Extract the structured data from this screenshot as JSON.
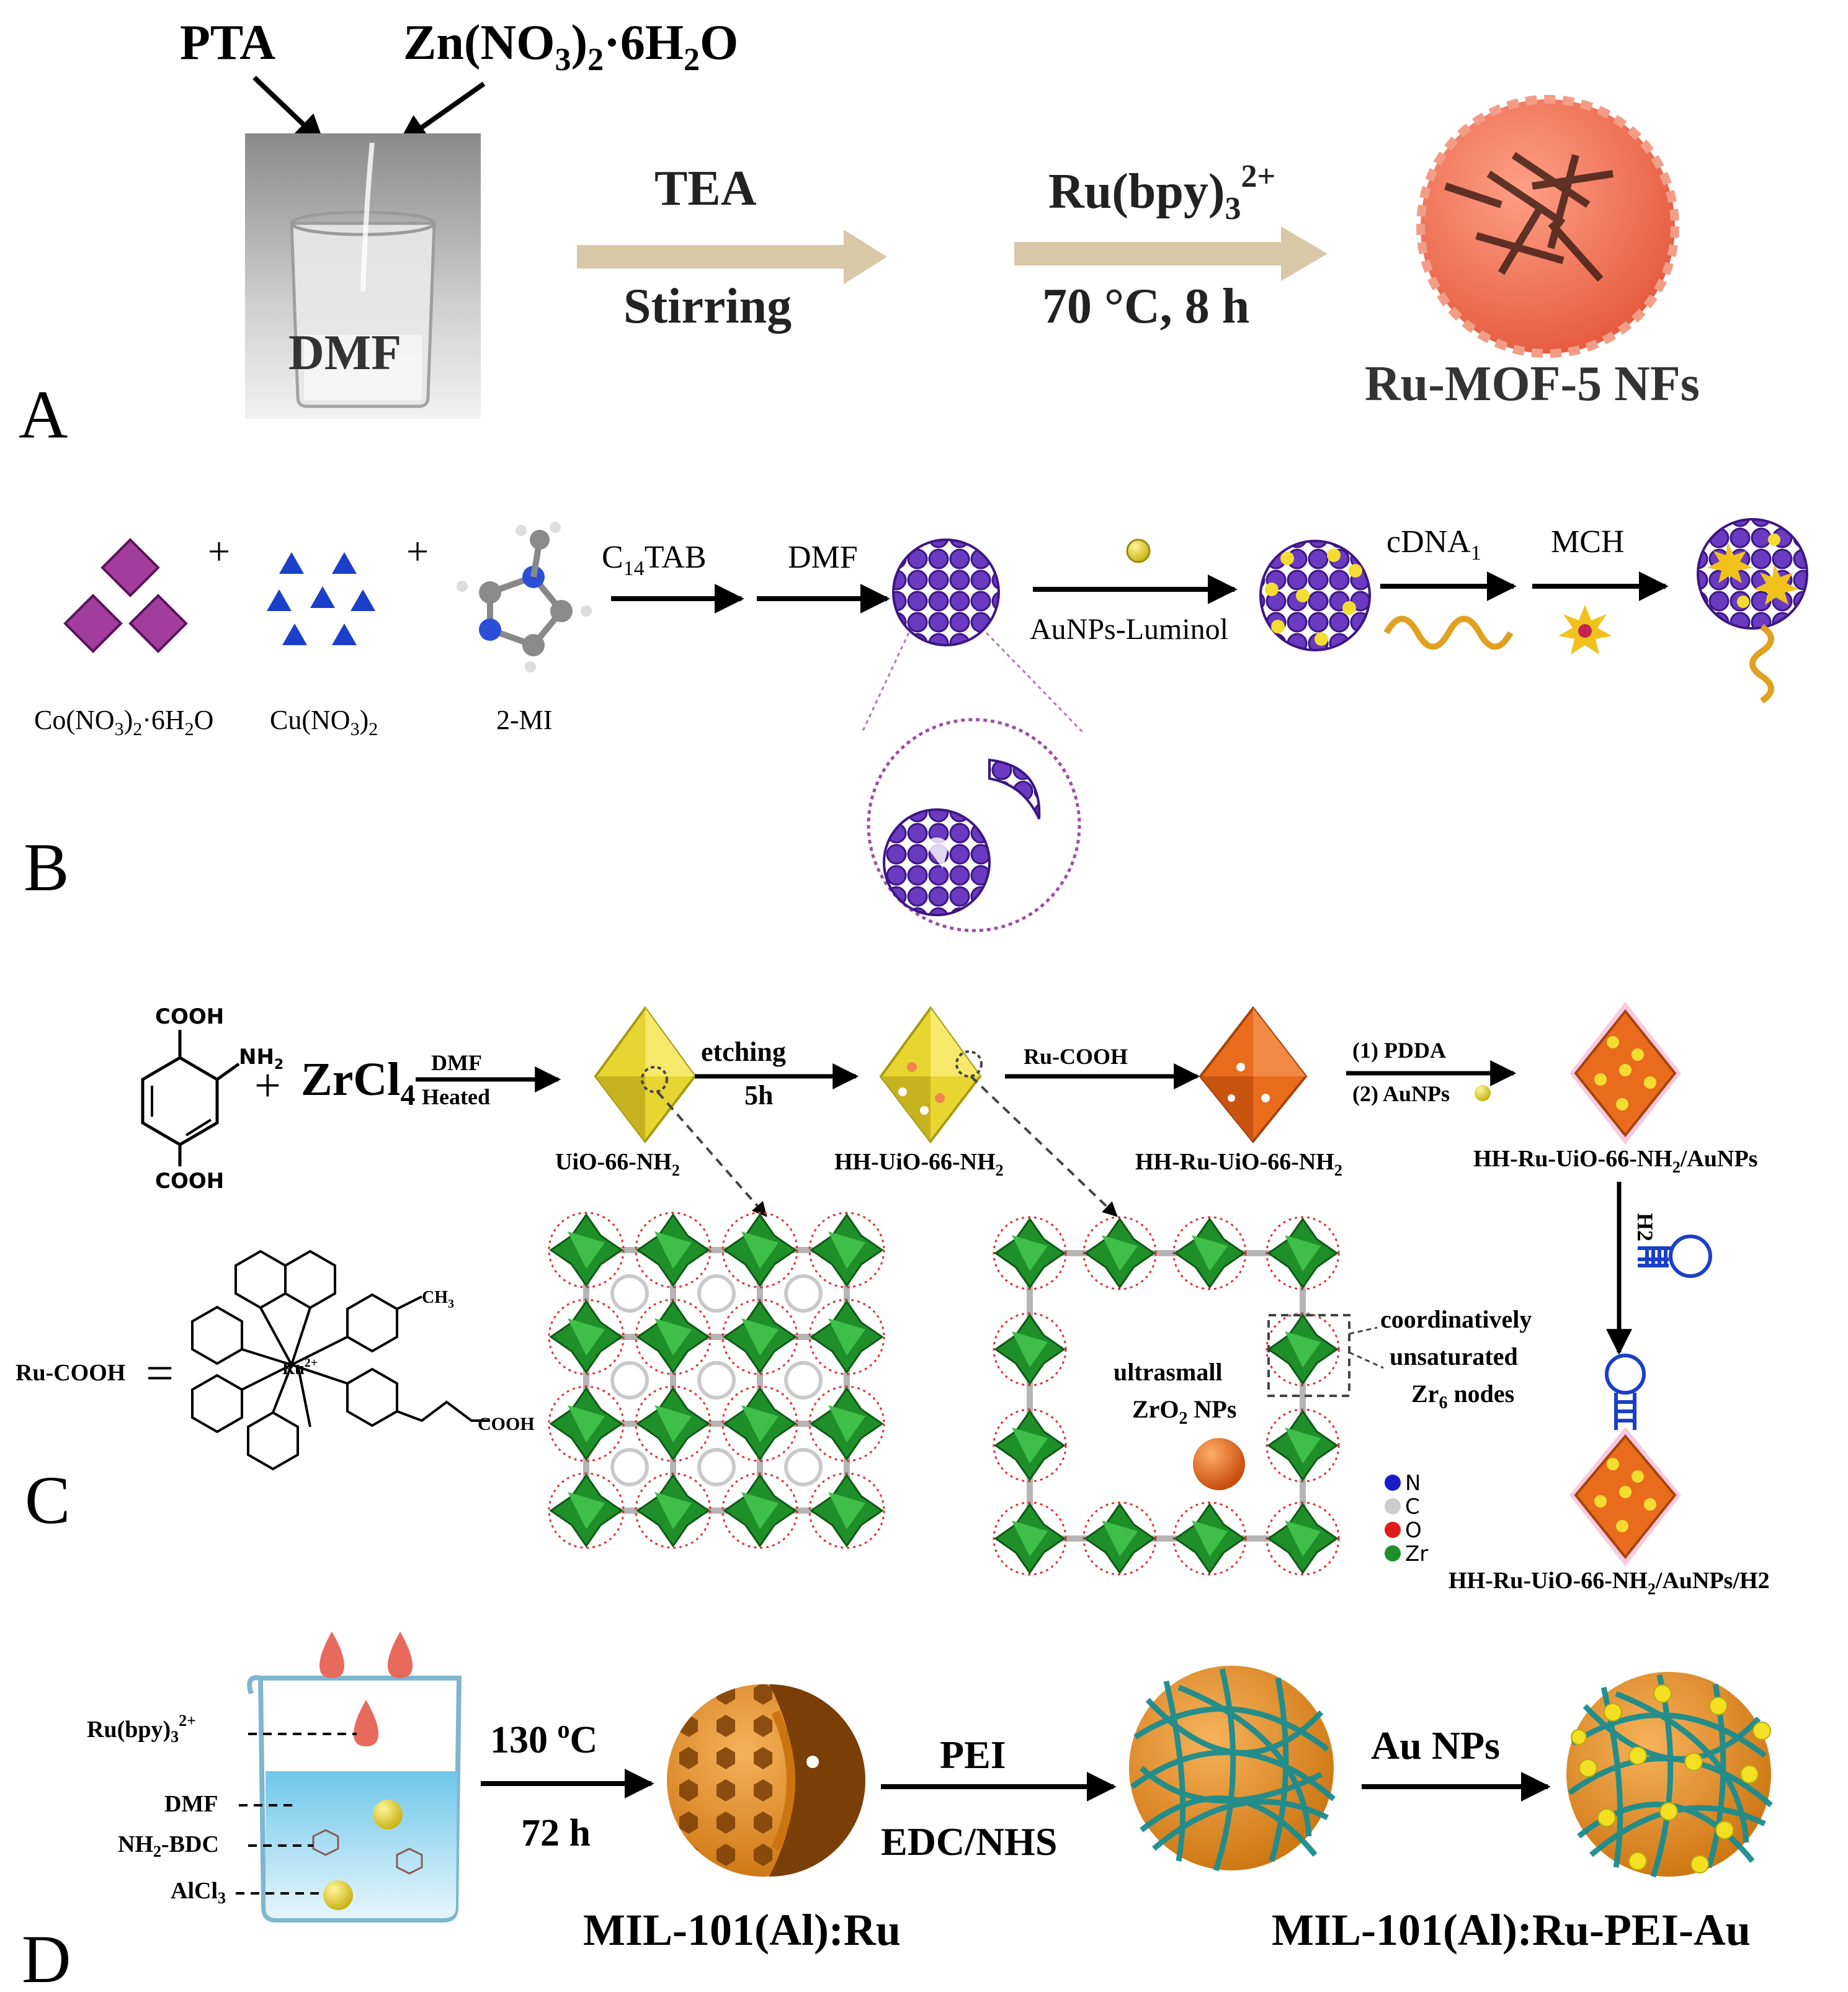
{
  "panels": {
    "A": {
      "letter": "A",
      "reagent_1": "PTA",
      "reagent_2": "Zn(NO3)2·6H2O",
      "solvent": "DMF",
      "step1_top": "TEA",
      "step1_bottom": "Stirring",
      "step2_top": "Ru(bpy)3 2+",
      "step2_bottom": "70 °C, 8 h",
      "product": "Ru-MOF-5 NFs"
    },
    "B": {
      "letter": "B",
      "plus": "+",
      "reagent_1": "Co(NO3)2·6H2O",
      "reagent_2": "Cu(NO3)2",
      "reagent_3": "2-MI",
      "step1": "C14TAB",
      "step2": "DMF",
      "step3": "AuNPs-Luminol",
      "step4": "cDNA1",
      "step5": "MCH"
    },
    "C": {
      "letter": "C",
      "plus": "+",
      "cooh_top": "COOH",
      "cooh_bottom": "COOH",
      "nh2": "NH2",
      "zrcl4": "ZrCl4",
      "step1_top": "DMF",
      "step1_bottom": "Heated",
      "step2_top": "etching",
      "step2_bottom": "5h",
      "step3": "Ru-COOH",
      "step4_top": "(1) PDDA",
      "step4_bottom": "(2) AuNPs",
      "product_1": "UiO-66-NH2",
      "product_2": "HH-UiO-66-NH2",
      "product_3": "HH-Ru-UiO-66-NH2",
      "product_4": "HH-Ru-UiO-66-NH2/AuNPs",
      "product_5": "HH-Ru-UiO-66-NH2/AuNPs/H2",
      "h2": "H2",
      "ru_cooh_label": "Ru-COOH",
      "equals": "=",
      "ru_center": "Ru2+",
      "ch3": "CH3",
      "cooh_chain": "COOH",
      "annot_1": "ultrasmall",
      "annot_2": "ZrO2 NPs",
      "annot_3": "coordinatively",
      "annot_4": "unsaturated",
      "annot_5": "Zr6 nodes",
      "legend": [
        "N",
        "C",
        "O",
        "Zr"
      ]
    },
    "D": {
      "letter": "D",
      "label_1": "Ru(bpy)3 2+",
      "label_2": "DMF",
      "label_3": "NH2-BDC",
      "label_4": "AlCl3",
      "step1_top": "130 °C",
      "step1_bottom": "72 h",
      "step2_top": "PEI",
      "step2_bottom": "EDC/NHS",
      "step3": "Au NPs",
      "product_1": "MIL-101(Al):Ru",
      "product_2": "MIL-101(Al):Ru-PEI-Au"
    }
  },
  "colors": {
    "tan_arrow": "#d9c8a7",
    "salmon": "#f2775d",
    "purple": "#6a2fb8",
    "magenta": "#a23d9e",
    "blue": "#1a3fc9",
    "yellow": "#e7d531",
    "orange": "#e96b1c",
    "green": "#1f8f2a",
    "teal": "#1a8d8f",
    "water": "#9fd6ec"
  }
}
